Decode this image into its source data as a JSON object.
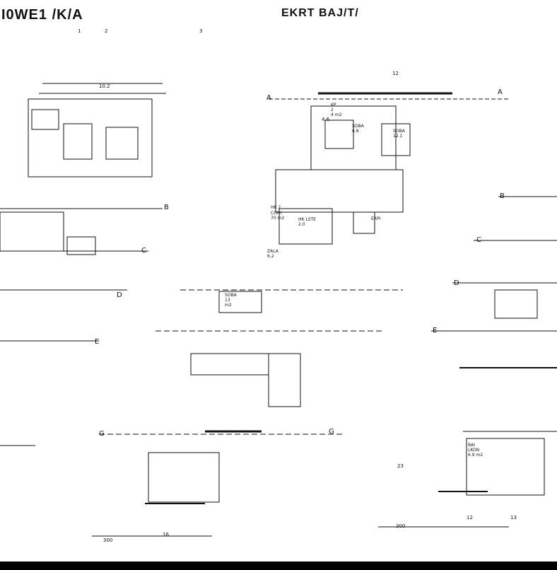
{
  "titles": {
    "left": "I0WE1 /K/A",
    "right": "EKRT BAJ/T/"
  },
  "rooms": [
    {
      "id": "r1",
      "name": "KP",
      "area": "2\n4 m2"
    },
    {
      "id": "r2",
      "name": "SOBA",
      "area": "6.8"
    },
    {
      "id": "r3",
      "name": "SOBA",
      "area": "12.1"
    },
    {
      "id": "r4",
      "name": "HK 2",
      "area": ""
    },
    {
      "id": "r5",
      "name": "CONI",
      "area": "70 m2"
    },
    {
      "id": "r6",
      "name": "HK LSTE",
      "area": "2.0"
    },
    {
      "id": "r7",
      "name": "SOBA",
      "area": "13\nm2"
    },
    {
      "id": "r8",
      "name": "BAI\nLKON",
      "area": "6.9 m2"
    },
    {
      "id": "r9",
      "name": "ERPI",
      "area": ""
    },
    {
      "id": "r10",
      "name": "ZALA",
      "area": "6.2"
    }
  ],
  "dimensions": [
    "10.2",
    "12",
    "2",
    "1",
    "3",
    "16",
    "300",
    "300",
    "12",
    "13",
    "23",
    "4.6"
  ],
  "cuts": [
    "A",
    "A",
    "B",
    "B",
    "C",
    "C",
    "D",
    "D",
    "E",
    "E",
    "G",
    "G"
  ],
  "colors": {
    "line": "#111111",
    "background": "#ffffff",
    "bar": "#000000"
  }
}
